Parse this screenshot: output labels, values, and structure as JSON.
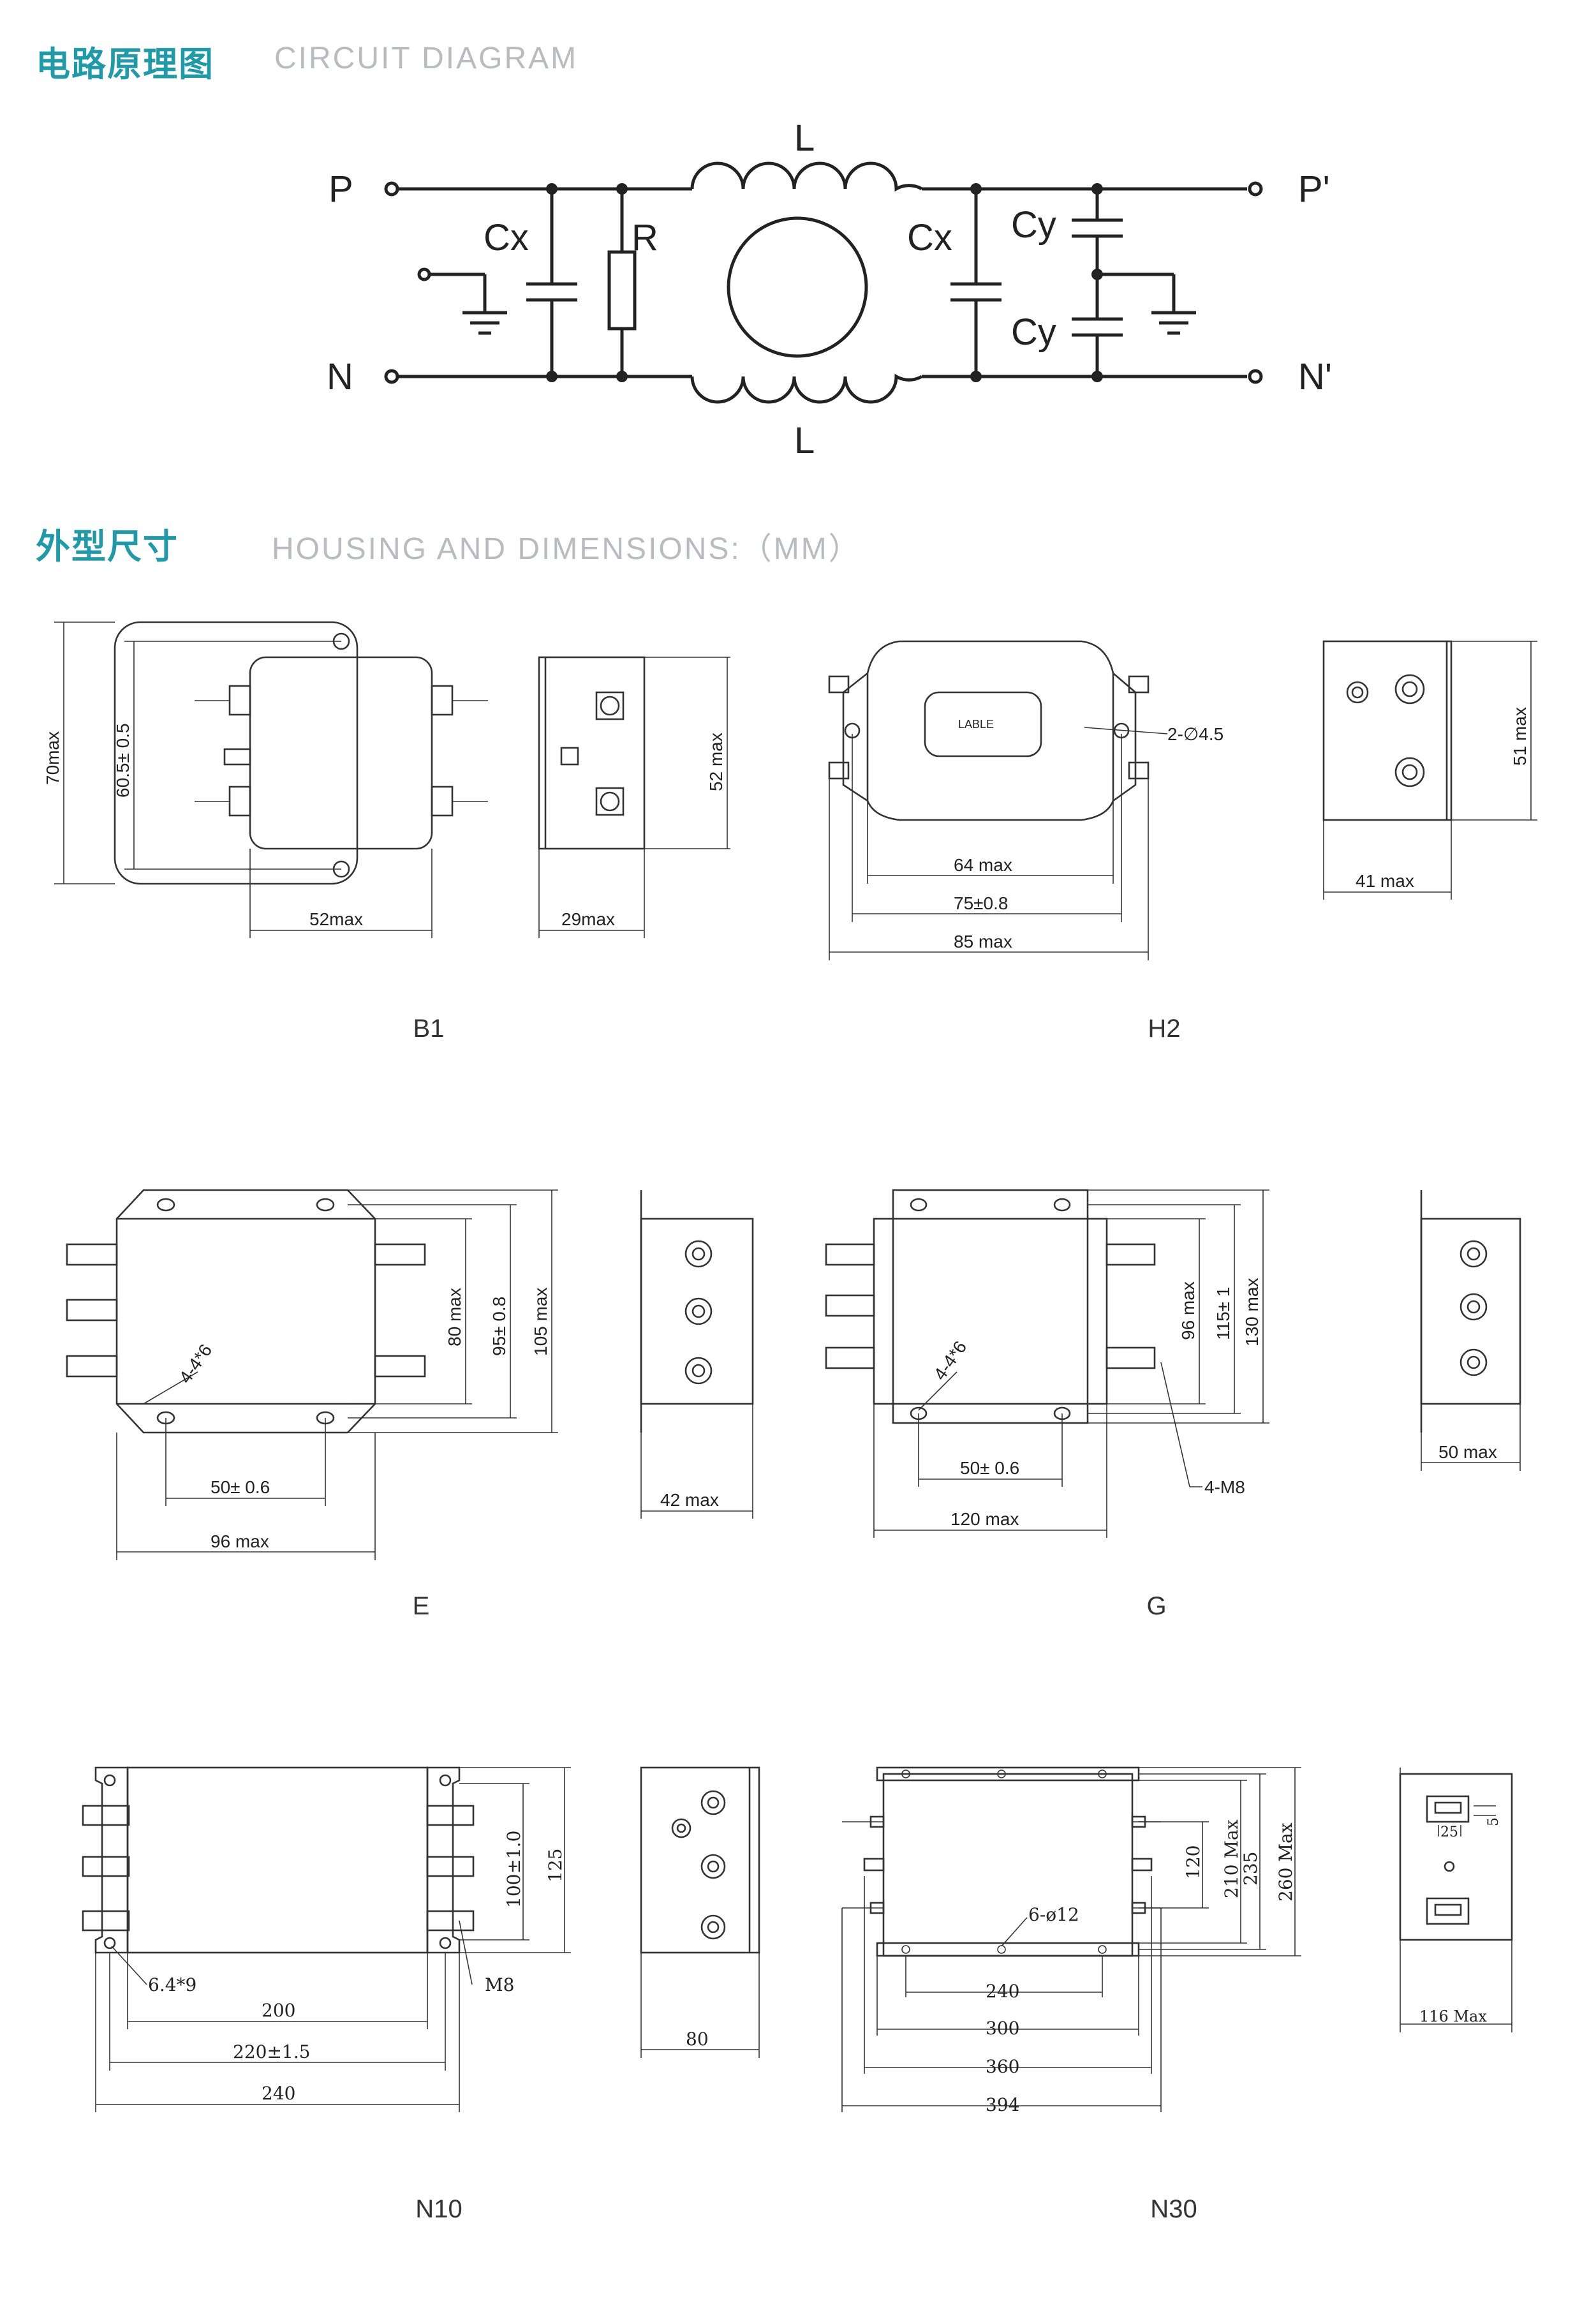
{
  "sections": {
    "circuit": {
      "title_zh": "电路原理图",
      "title_en": "CIRCUIT DIAGRAM"
    },
    "housing": {
      "title_zh": "外型尺寸",
      "title_en": "HOUSING AND DIMENSIONS:（MM）"
    }
  },
  "circuit_labels": {
    "p": "P",
    "n": "N",
    "p_out": "P'",
    "n_out": "N'",
    "l_top": "L",
    "l_bottom": "L",
    "cx_left": "Cx",
    "r": "R",
    "cx_right": "Cx",
    "cy_top": "Cy",
    "cy_bottom": "Cy"
  },
  "models": {
    "b1": {
      "caption": "B1",
      "h_total": "70max",
      "h_holes": "60.5± 0.5",
      "w_body": "52max",
      "depth": "29max",
      "h_side": "52 max"
    },
    "h2": {
      "caption": "H2",
      "label": "LABLE",
      "holes": "2-∅4.5",
      "w1": "64 max",
      "w2": "75±0.8",
      "w3": "85 max",
      "depth": "41 max",
      "h_side": "51 max"
    },
    "e": {
      "caption": "E",
      "holes": "4-4*6",
      "h1": "80 max",
      "h2": "95± 0.8",
      "h3": "105 max",
      "w_holes": "50± 0.6",
      "w_body": "96 max",
      "depth": "42 max"
    },
    "g": {
      "caption": "G",
      "holes": "4-4*6",
      "h1": "96 max",
      "h2": "115± 1",
      "h3": "130 max",
      "w_holes": "50± 0.6",
      "w_body": "120 max",
      "thread": "4-M8",
      "depth": "50 max"
    },
    "n10": {
      "caption": "N10",
      "holes": "6.4*9",
      "thread": "M8",
      "h1": "100±1.0",
      "h2": "125",
      "w1": "200",
      "w2": "220±1.5",
      "w3": "240",
      "depth": "80"
    },
    "n30": {
      "caption": "N30",
      "holes": "6-ø12",
      "h1": "120",
      "h2": "210 Max",
      "h3": "235",
      "h4": "260 Max",
      "w1": "240",
      "w2": "300",
      "w3": "360",
      "w4": "394",
      "depth": "116 Max",
      "side_w": "25",
      "side_h": "5"
    }
  }
}
